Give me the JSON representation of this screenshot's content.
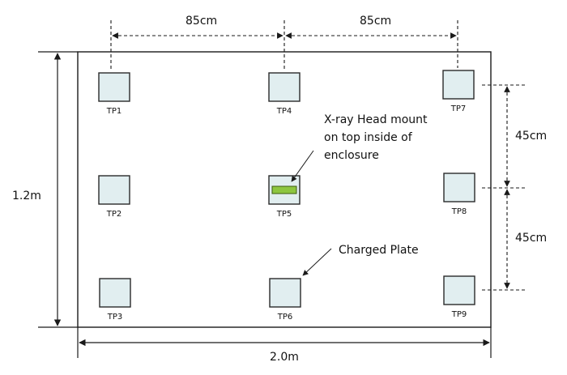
{
  "diagram": {
    "enclosure": {
      "width_label": "2.0m",
      "height_label": "1.2m"
    },
    "horizontal_spacing": [
      {
        "label": "85cm"
      },
      {
        "label": "85cm"
      }
    ],
    "vertical_spacing": [
      {
        "label": "45cm"
      },
      {
        "label": "45cm"
      }
    ],
    "test_points": [
      {
        "id": "TP1",
        "label": "TP1",
        "has_xray_head": false
      },
      {
        "id": "TP2",
        "label": "TP2",
        "has_xray_head": false
      },
      {
        "id": "TP3",
        "label": "TP3",
        "has_xray_head": false
      },
      {
        "id": "TP4",
        "label": "TP4",
        "has_xray_head": false
      },
      {
        "id": "TP5",
        "label": "TP5",
        "has_xray_head": true
      },
      {
        "id": "TP6",
        "label": "TP6",
        "has_xray_head": false
      },
      {
        "id": "TP7",
        "label": "TP7",
        "has_xray_head": false
      },
      {
        "id": "TP8",
        "label": "TP8",
        "has_xray_head": false
      },
      {
        "id": "TP9",
        "label": "TP9",
        "has_xray_head": false
      }
    ],
    "annotations": {
      "xray_head": {
        "lines": [
          "X-ray Head mount",
          "on top inside of",
          "enclosure"
        ],
        "points_to": "TP5"
      },
      "charged_plate": {
        "text": "Charged Plate",
        "points_to": "TP6"
      }
    },
    "colors": {
      "plate_fill": "#e1eef0",
      "plate_stroke": "#2a2a2a",
      "xray_head_fill": "#8dc63f",
      "xray_head_stroke": "#3a5a10",
      "line": "#1a1a1a"
    }
  }
}
